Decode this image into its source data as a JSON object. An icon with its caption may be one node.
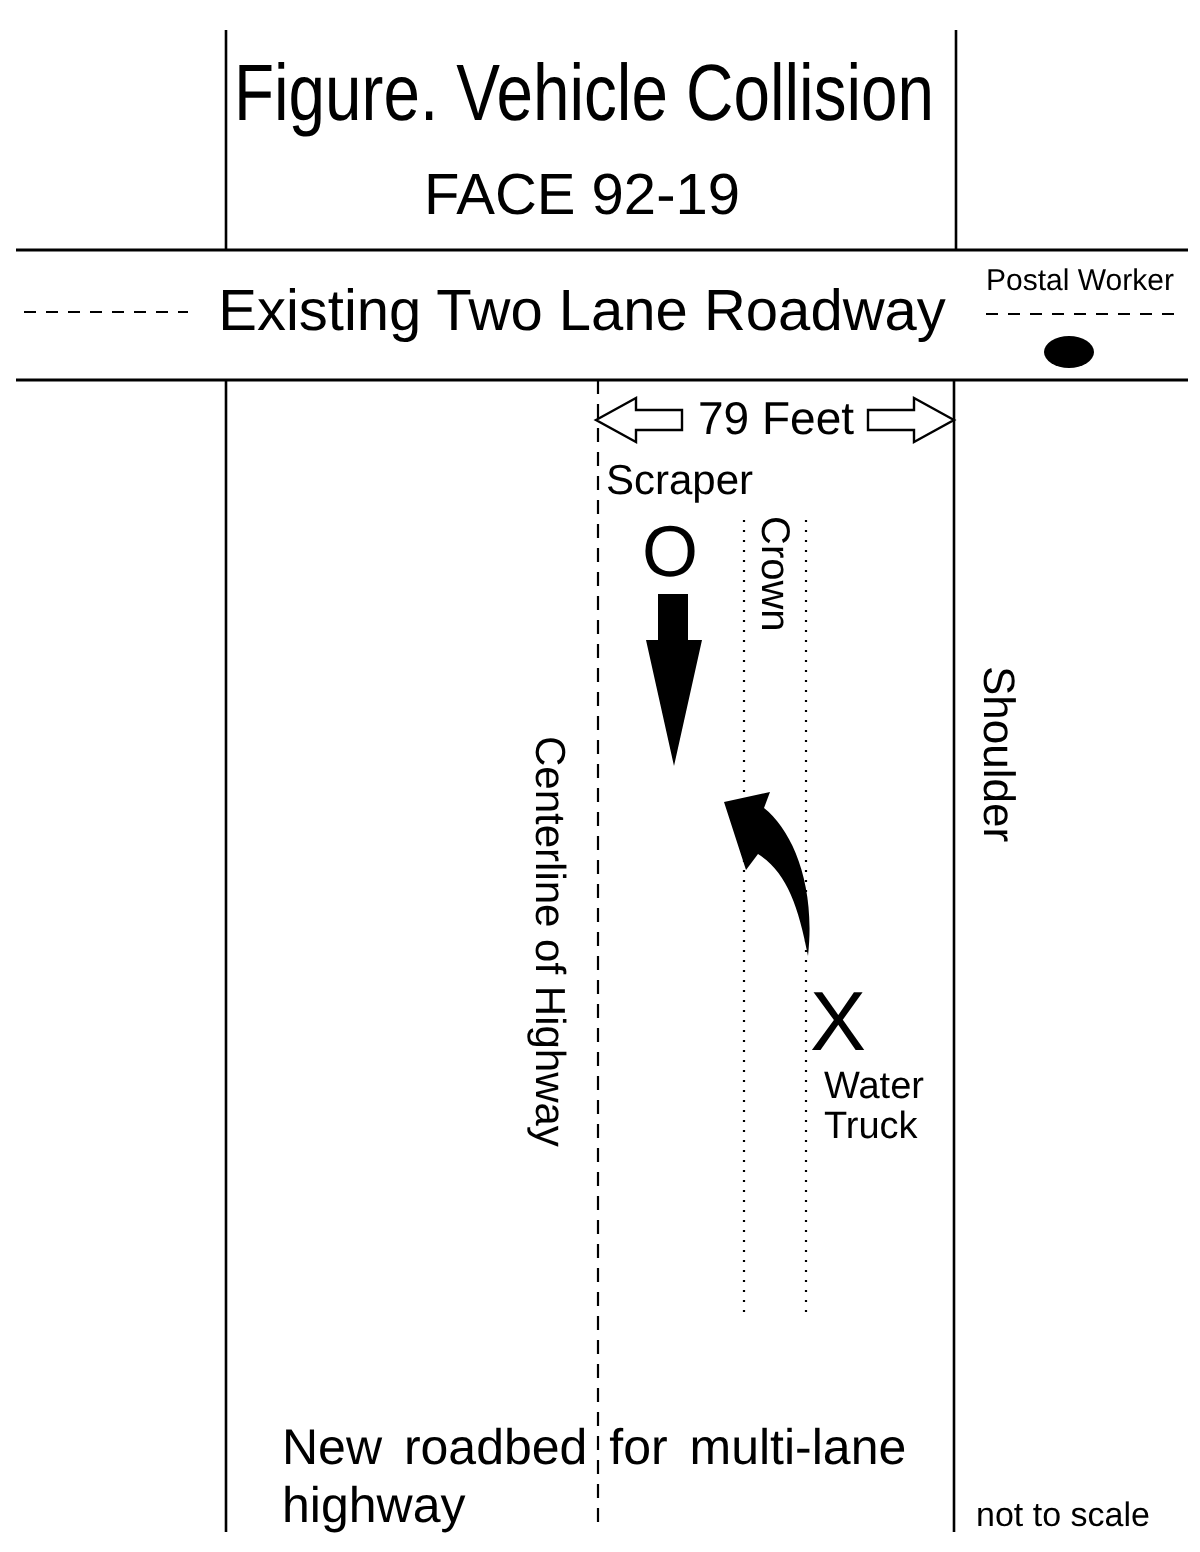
{
  "diagram": {
    "title": "Figure. Vehicle Collision",
    "labels": [
      "FACE 92-19",
      "Existing Two Lane Roadway",
      "Postal Worker",
      "79 Feet",
      "Scraper",
      "O",
      "Crown",
      "Shoulder",
      "Centerline of Highway",
      "X",
      "Water Truck",
      "New roadbed for multi-lane highway",
      "not to scale"
    ]
  }
}
